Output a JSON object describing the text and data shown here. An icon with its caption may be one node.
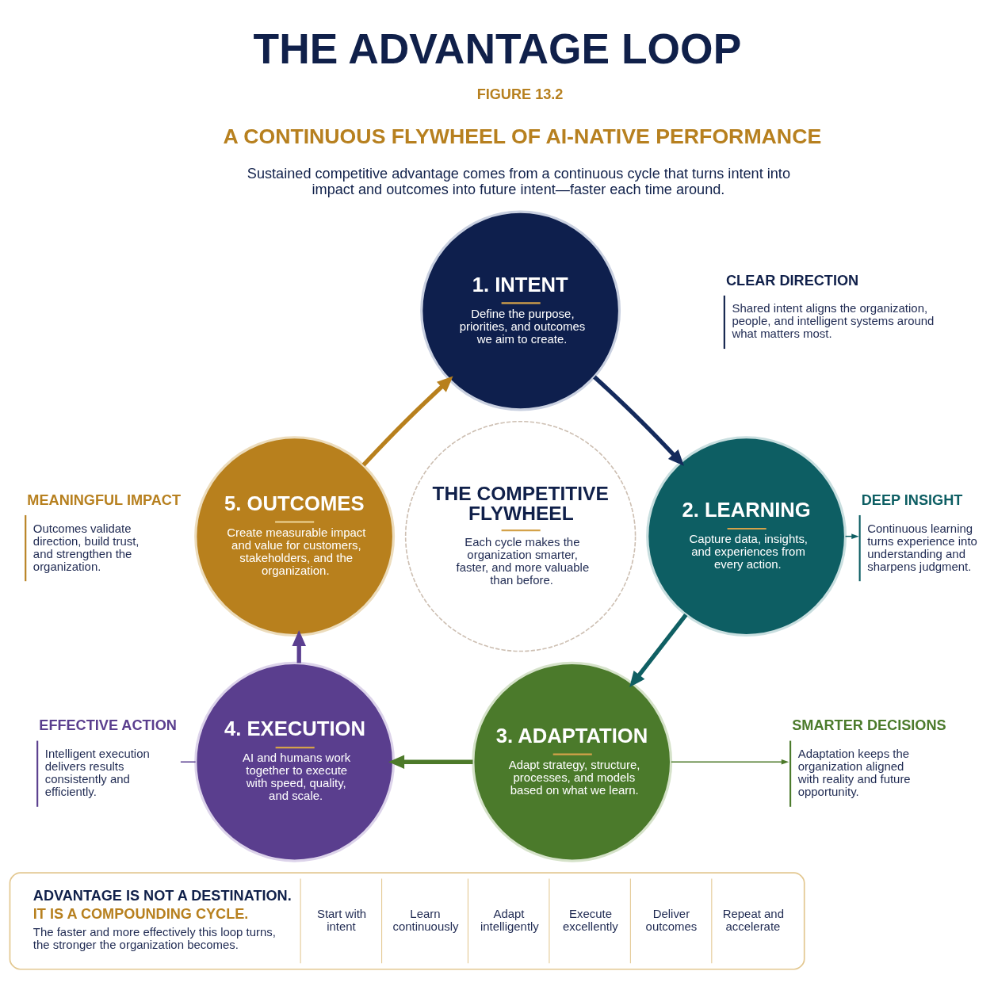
{
  "diagram": {
    "title": "THE ADVANTAGE LOOP",
    "nodes": [
      {
        "text": [
          "1. INTENT",
          "Define the purpose, priorities, and outcomes we aim to create."
        ]
      },
      {
        "text": [
          "2. LEARNING",
          "Capture data, insights, and experiences from every action."
        ]
      },
      {
        "text": [
          "3. ADAPTATION",
          "Adapt strategy, structure, processes, and models based on what we learn."
        ]
      },
      {
        "text": [
          "4. EXECUTION",
          "AI and humans work together to execute with speed, quality, and scale."
        ]
      },
      {
        "text": [
          "5. OUTCOMES",
          "Create measurable impact and value for customers, stakeholders, and the organization."
        ]
      },
      {
        "text": [
          "THE COMPETITIVE FLYWHEEL",
          "Each cycle makes the organization smarter, faster, and more valuable than before."
        ]
      },
      {
        "text": [
          "CLEAR DIRECTION",
          "Shared intent aligns the organization, people, and intelligent systems around what matters most."
        ]
      },
      {
        "text": [
          "DEEP INSIGHT",
          "Continuous learning turns experience into understanding and sharpens judgment."
        ]
      },
      {
        "text": [
          "SMARTER DECISIONS",
          "Adaptation keeps the organization aligned with reality and future opportunity."
        ]
      },
      {
        "text": [
          "EFFECTIVE ACTION",
          "Intelligent execution delivers results consistently and efficiently."
        ]
      },
      {
        "text": [
          "MEANINGFUL IMPACT",
          "Outcomes validate direction, build trust, and strengthen the organization."
        ]
      },
      {
        "text": [
          "ADVANTAGE IS NOT A DESTINATION.",
          "IT IS A COMPOUNDING CYCLE.",
          "The faster and more effectively this loop turns, the stronger the organization becomes.",
          "Start with intent",
          "Learn continuously",
          "Adapt intelligently",
          "Execute excellently",
          "Deliver outcomes",
          "Repeat and accelerate"
        ]
      }
    ],
    "edges": [
      {
        "from": 0,
        "to": 1,
        "arrow": "to",
        "color": "#142a5c"
      },
      {
        "from": 1,
        "to": 2,
        "arrow": "to",
        "color": "#0f5f63"
      },
      {
        "from": 2,
        "to": 3,
        "arrow": "to",
        "color": "#4d7a2a"
      },
      {
        "from": 3,
        "to": 4,
        "arrow": "to",
        "color": "#5b3f90"
      },
      {
        "from": 4,
        "to": 0,
        "arrow": "to",
        "color": "#b8801d"
      },
      {
        "from": 1,
        "to": 7,
        "arrow": "to",
        "color": "#0f5f63"
      },
      {
        "from": 2,
        "to": 8,
        "arrow": "to",
        "color": "#4d7a2a"
      },
      {
        "from": 9,
        "to": 3,
        "arrow": "none",
        "color": "#5b3f90"
      }
    ],
    "labels": [
      "FIGURE 13.2",
      "A CONTINUOUS FLYWHEEL OF AI-NATIVE PERFORMANCE",
      "Sustained competitive advantage comes from a continuous cycle that turns intent into impact and outcomes into future intent—faster each time around."
    ]
  }
}
